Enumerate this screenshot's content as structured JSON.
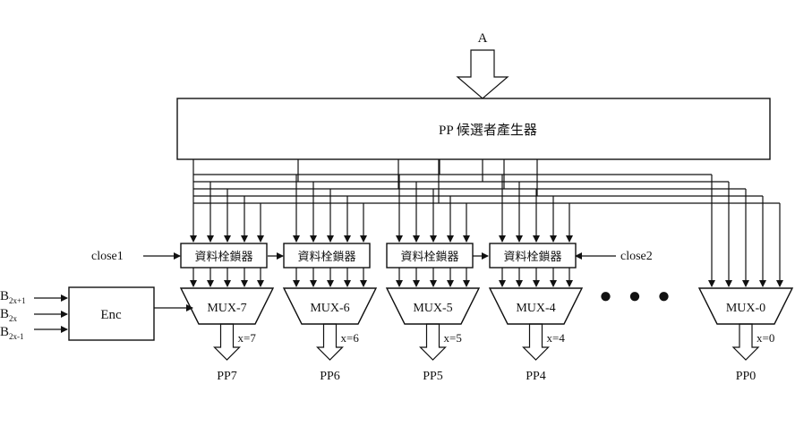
{
  "input_a": "A",
  "pp_generator_label": "PP  候選者產生器",
  "latch_label": "資料栓鎖器",
  "close_left": "close1",
  "close_right": "close2",
  "enc_label": "Enc",
  "b_inputs": [
    {
      "base": "B",
      "sub": "2x+1"
    },
    {
      "base": "B",
      "sub": "2x"
    },
    {
      "base": "B",
      "sub": "2x-1"
    }
  ],
  "ellipsis": "● ● ●",
  "muxes": [
    {
      "label": "MUX-7",
      "x_label": "x=7",
      "output": "PP7",
      "has_latch": true
    },
    {
      "label": "MUX-6",
      "x_label": "x=6",
      "output": "PP6",
      "has_latch": true
    },
    {
      "label": "MUX-5",
      "x_label": "x=5",
      "output": "PP5",
      "has_latch": true
    },
    {
      "label": "MUX-4",
      "x_label": "x=4",
      "output": "PP4",
      "has_latch": true
    },
    {
      "label": "MUX-0",
      "x_label": "x=0",
      "output": "PP0",
      "has_latch": false
    }
  ]
}
